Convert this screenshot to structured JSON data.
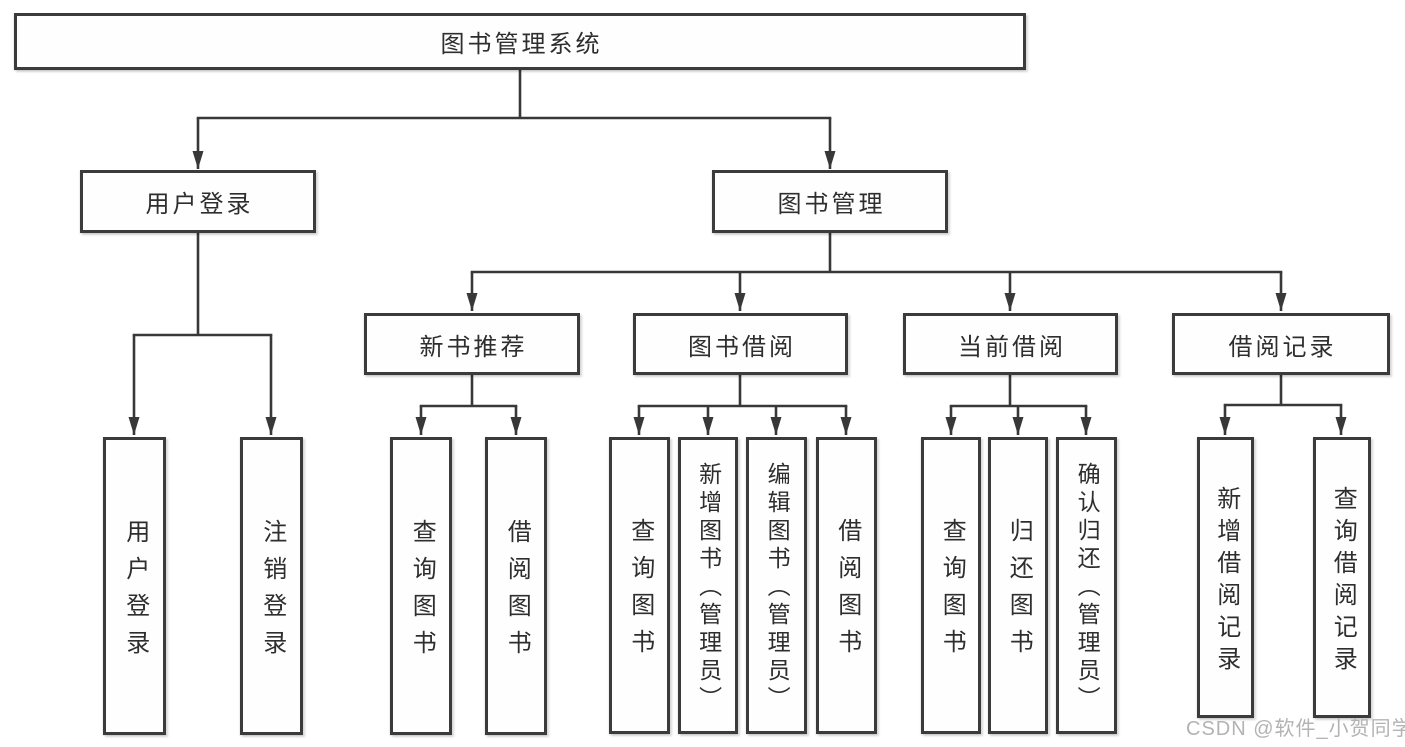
{
  "watermark": "CSDN @软件_小贺同学",
  "colors": {
    "background": "#ffffff",
    "box_border": "#3b3b3b",
    "connector_line": "#383838",
    "text": "#2e2e2e",
    "watermark_text": "#b3b3b3"
  },
  "tree": {
    "root": {
      "label": "图书管理系统"
    },
    "branches": [
      {
        "label": "用户登录",
        "children": [
          {
            "label": "用户登录"
          },
          {
            "label": "注销登录"
          }
        ]
      },
      {
        "label": "图书管理",
        "children": [
          {
            "label": "新书推荐",
            "children": [
              {
                "label": "查询图书"
              },
              {
                "label": "借阅图书"
              }
            ]
          },
          {
            "label": "图书借阅",
            "children": [
              {
                "label": "查询图书"
              },
              {
                "label": "新增图书（管理员）"
              },
              {
                "label": "编辑图书（管理员）"
              },
              {
                "label": "借阅图书"
              }
            ]
          },
          {
            "label": "当前借阅",
            "children": [
              {
                "label": "查询图书"
              },
              {
                "label": "归还图书"
              },
              {
                "label": "确认归还（管理员）"
              }
            ]
          },
          {
            "label": "借阅记录",
            "children": [
              {
                "label": "新增借阅记录"
              },
              {
                "label": "查询借阅记录"
              }
            ]
          }
        ]
      }
    ]
  }
}
